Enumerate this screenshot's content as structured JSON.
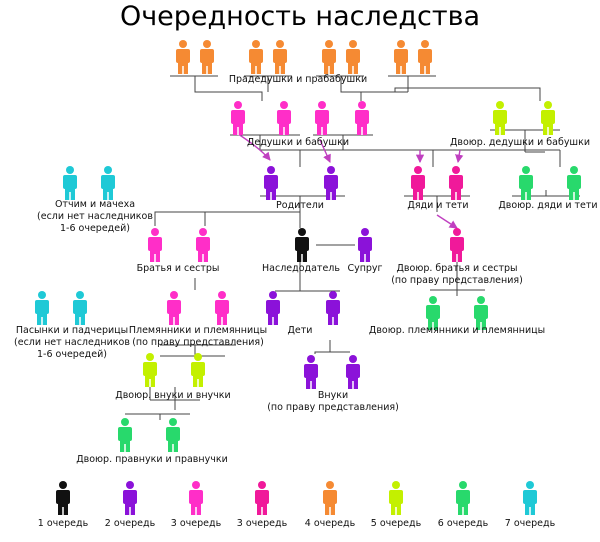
{
  "title": "Очередность наследства",
  "colors": {
    "q1": "#111111",
    "q2": "#8b12d9",
    "q3": "#ff2ec8",
    "q4": "#f0199a",
    "q5": "#f58a33",
    "q6": "#c3f000",
    "q7": "#28d96c",
    "q8": "#1fc9d6"
  },
  "labels": {
    "great_grandparents": "Прадедушки и прабабушки",
    "grandparents": "Дедушки и бабушки",
    "cousin_grandparents": "Двоюр. дедушки и бабушки",
    "stepparents_1": "Отчим и мачеха",
    "stepparents_2": "(если нет  наследников",
    "stepparents_3": "1-6 очередей)",
    "parents": "Родители",
    "uncles_aunts": "Дяди и тети",
    "cousin_uncles_aunts": "Двоюр. дяди и тети",
    "siblings": "Братья и сестры",
    "testator": "Наследодатель",
    "spouse": "Супруг",
    "cousins_1": "Двоюр. братья и сестры",
    "cousins_2": "(по праву представления)",
    "stepchildren_1": "Пасынки и падчерицы",
    "stepchildren_2": "(если нет  наследников",
    "stepchildren_3": "1-6 очередей)",
    "nephews_1": "Племянники и племянницы",
    "nephews_2": "(по праву представления)",
    "children": "Дети",
    "cousin_nephews": "Двоюр. племянники и племянницы",
    "cousin_grandchildren": "Двоюр. внуки и внучки",
    "grandchildren_1": "Внуки",
    "grandchildren_2": "(по праву представления)",
    "cousin_great_grandchildren": "Двоюр. правнуки и правнучки"
  },
  "legend": [
    {
      "label": "1 очередь",
      "color": "#111111"
    },
    {
      "label": "2 очередь",
      "color": "#8b12d9"
    },
    {
      "label": "3 очередь",
      "color": "#ff2ec8"
    },
    {
      "label": "3 очередь",
      "color": "#f0199a"
    },
    {
      "label": "4 очередь",
      "color": "#f58a33"
    },
    {
      "label": "5 очередь",
      "color": "#c3f000"
    },
    {
      "label": "6 очередь",
      "color": "#28d96c"
    },
    {
      "label": "7 очередь",
      "color": "#1fc9d6"
    }
  ]
}
